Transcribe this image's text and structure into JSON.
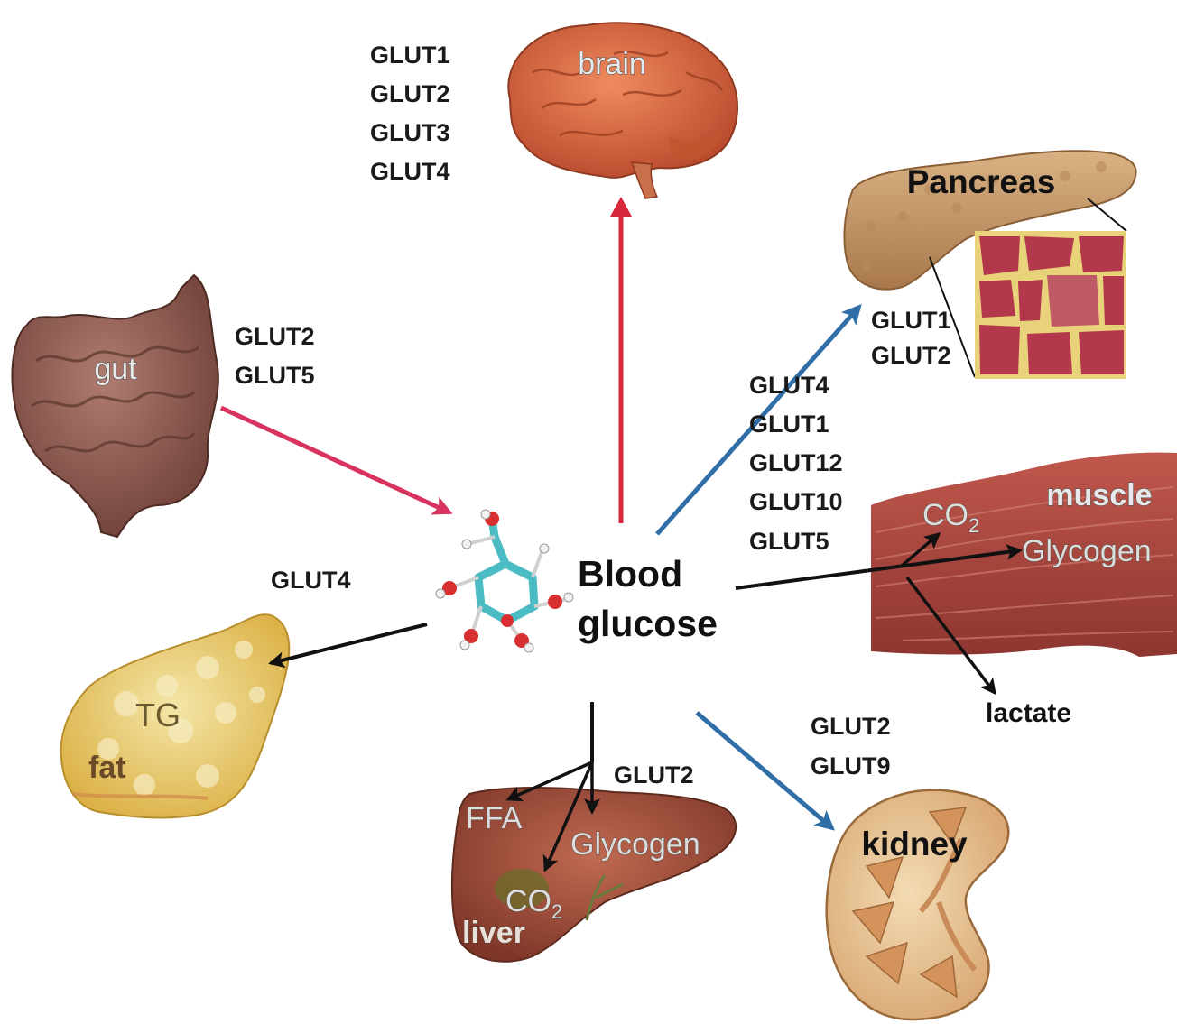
{
  "center": {
    "line1": "Blood",
    "line2": "glucose"
  },
  "brain": {
    "label": "brain",
    "transporters": [
      "GLUT1",
      "GLUT2",
      "GLUT3",
      "GLUT4"
    ]
  },
  "gut": {
    "label": "gut",
    "transporters": [
      "GLUT2",
      "GLUT5"
    ]
  },
  "pancreas": {
    "label": "Pancreas",
    "transporters": [
      "GLUT1",
      "GLUT2"
    ]
  },
  "muscle": {
    "label": "muscle",
    "transporters": [
      "GLUT4",
      "GLUT1",
      "GLUT12",
      "GLUT10",
      "GLUT5"
    ],
    "products": {
      "co2": "CO",
      "co2_sub": "2",
      "glycogen": "Glycogen",
      "lactate": "lactate"
    }
  },
  "fat": {
    "label": "fat",
    "transporters": [
      "GLUT4"
    ],
    "product": "TG"
  },
  "liver": {
    "label": "liver",
    "transporters": [
      "GLUT2"
    ],
    "products": {
      "ffa": "FFA",
      "glycogen": "Glycogen",
      "co2": "CO",
      "co2_sub": "2"
    }
  },
  "kidney": {
    "label": "kidney",
    "transporters": [
      "GLUT2",
      "GLUT9"
    ]
  },
  "colors": {
    "red_arrow": "#d8283c",
    "pink_arrow": "#d8325f",
    "blue_arrow": "#2f6ea6",
    "black_arrow": "#111111",
    "brain": "#d2623c",
    "gut": "#8e5a50",
    "pancreas": "#c89a6a",
    "muscle": "#a8453c",
    "fat": "#e8cf6a",
    "liver": "#9c4a3a",
    "kidney": "#e9c79a",
    "carbon": "#4bbcc4",
    "oxygen": "#d83030"
  }
}
